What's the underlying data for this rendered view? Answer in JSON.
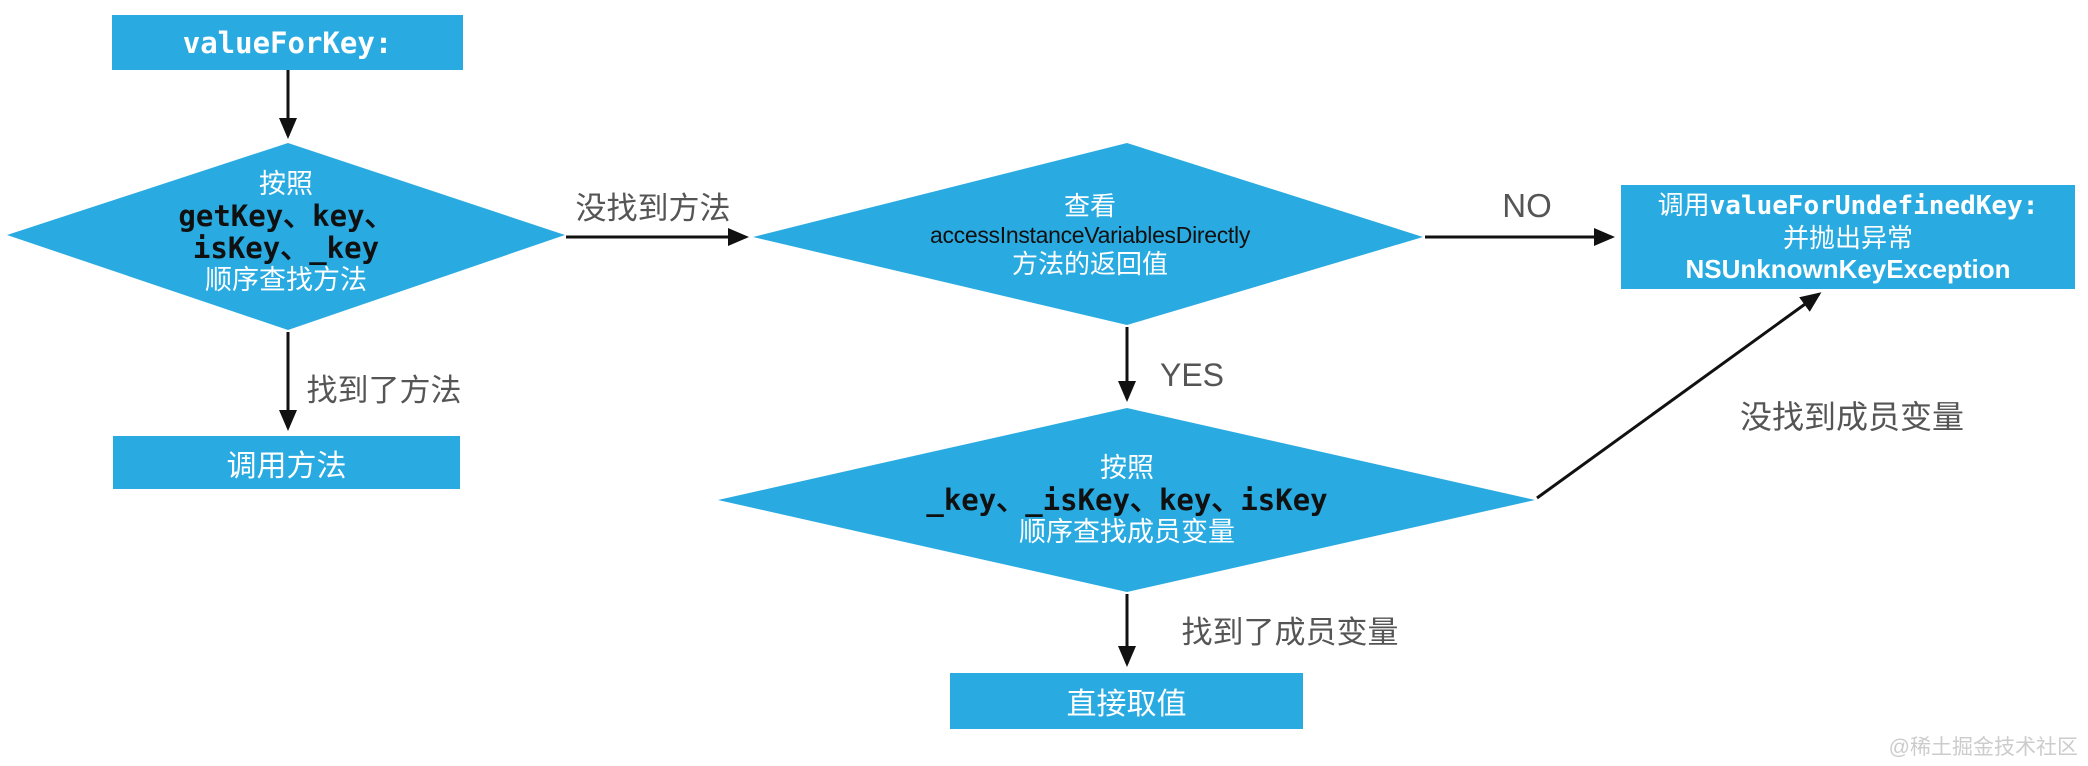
{
  "colors": {
    "node_fill": "#29abe2",
    "edge_label_gray": "#555555",
    "arrow_black": "#111111",
    "watermark_gray": "#cccccc"
  },
  "nodes": {
    "start": {
      "label": "valueForKey:"
    },
    "method_search": {
      "lines": [
        "按照",
        "getKey、key、",
        "isKey、_key",
        "顺序查找方法"
      ]
    },
    "call_method": {
      "label": "调用方法"
    },
    "check_accessor": {
      "lines": [
        "查看",
        "accessInstanceVariablesDirectly",
        "方法的返回值"
      ]
    },
    "undefined_key": {
      "line1_text": "调用",
      "line1_code": "valueForUndefinedKey:",
      "line2_text": "并抛出异常",
      "line2_code": "NSUnknownKeyException"
    },
    "ivar_search": {
      "lines": [
        "按照",
        "_key、_isKey、key、isKey",
        "顺序查找成员变量"
      ]
    },
    "direct_value": {
      "label": "直接取值"
    }
  },
  "edges": {
    "method_not_found": "没找到方法",
    "method_found": "找到了方法",
    "yes": "YES",
    "no": "NO",
    "ivar_not_found": "没找到成员变量",
    "ivar_found": "找到了成员变量"
  },
  "watermark": "@稀土掘金技术社区"
}
